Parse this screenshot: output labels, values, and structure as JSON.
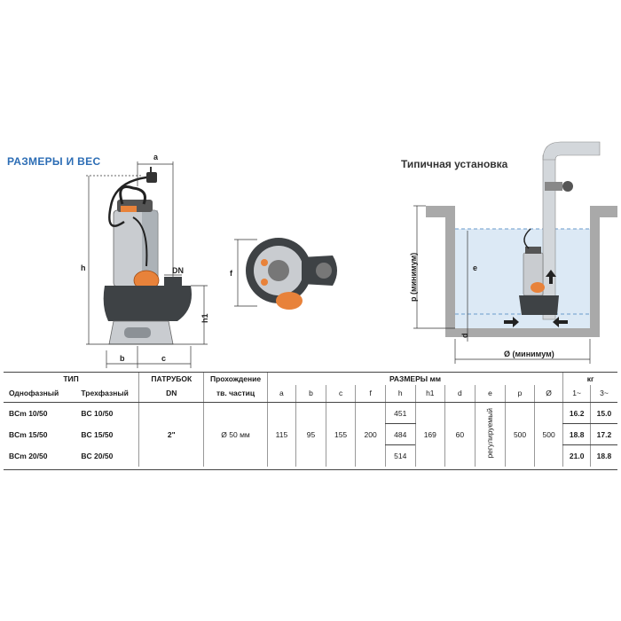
{
  "headings": {
    "left": "РАЗМЕРЫ И ВЕС",
    "right": "Типичная установка"
  },
  "drawing_labels": {
    "a": "a",
    "b": "b",
    "c": "c",
    "h": "h",
    "h1": "h1",
    "dn": "DN",
    "f": "f",
    "e": "e",
    "p": "p (минимум)",
    "d": "d",
    "diameter": "Ø (минимум)"
  },
  "table": {
    "header": {
      "type": "ТИП",
      "single_phase": "Однофазный",
      "three_phase": "Трехфазный",
      "outlet": "ПАТРУБОК",
      "outlet_sub": "DN",
      "passage": "Прохождение",
      "passage_sub": "тв. частиц",
      "dims": "РАЗМЕРЫ мм",
      "cols": [
        "a",
        "b",
        "c",
        "f",
        "h",
        "h1",
        "d",
        "e",
        "p",
        "Ø"
      ],
      "weight": "кг",
      "weight_cols": [
        "1~",
        "3~"
      ]
    },
    "rows": [
      {
        "single": "BCm 10/50",
        "three": "BC 10/50",
        "h": "451",
        "w1": "16.2",
        "w3": "15.0"
      },
      {
        "single": "BCm 15/50",
        "three": "BC 15/50",
        "h": "484",
        "w1": "18.8",
        "w3": "17.2"
      },
      {
        "single": "BCm 20/50",
        "three": "BC 20/50",
        "h": "514",
        "w1": "21.0",
        "w3": "18.8"
      }
    ],
    "shared": {
      "dn": "2\"",
      "passage": "Ø 50 мм",
      "a": "115",
      "b": "95",
      "c": "155",
      "f": "200",
      "h1": "169",
      "d": "60",
      "e": "регулируемый",
      "p": "500",
      "diam": "500"
    }
  }
}
